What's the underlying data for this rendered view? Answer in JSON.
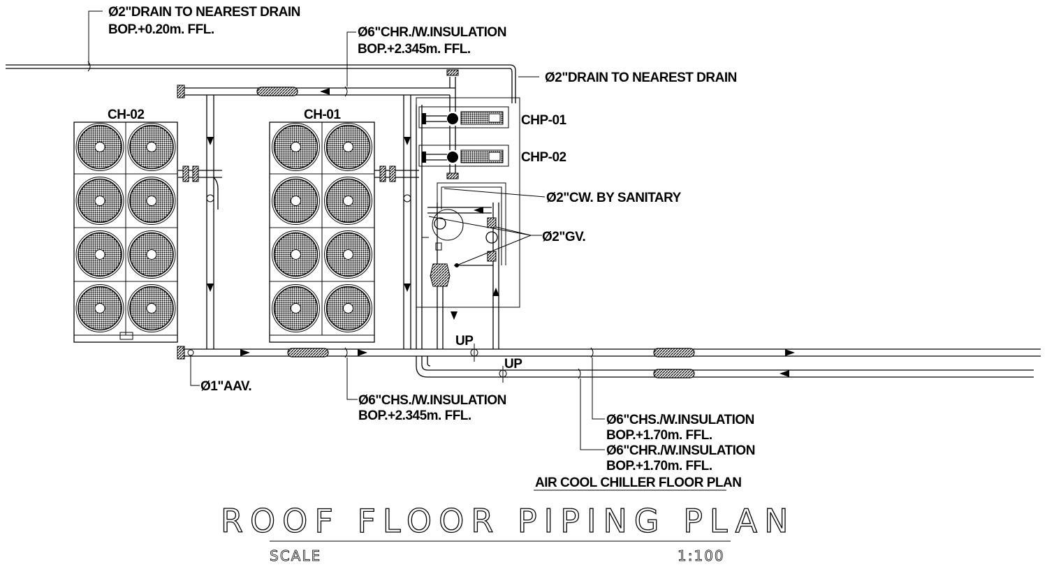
{
  "drawing": {
    "title": "ROOF FLOOR PIPING PLAN",
    "subtitle": "AIR COOL CHILLER FLOOR PLAN",
    "scale_label": "SCALE",
    "scale_value": "1:100"
  },
  "equipment": {
    "chiller_2": "CH-02",
    "chiller_1": "CH-01",
    "pump_1": "CHP-01",
    "pump_2": "CHP-02"
  },
  "callouts": {
    "drain_top_line1": "Ø2\"DRAIN TO NEAREST DRAIN",
    "drain_top_line2": "BOP.+0.20m. FFL.",
    "chr_top_line1": "Ø6\"CHR./W.INSULATION",
    "chr_top_line2": "BOP.+2.345m. FFL.",
    "drain_right": "Ø2\"DRAIN TO NEAREST DRAIN",
    "cw_sanitary": "Ø2\"CW. BY SANITARY",
    "gate_valve": "Ø2\"GV.",
    "aav": "Ø1\"AAV.",
    "chs_bottom_line1": "Ø6\"CHS./W.INSULATION",
    "chs_bottom_line2": "BOP.+2.345m. FFL.",
    "chs_right_line1": "Ø6\"CHS./W.INSULATION",
    "chs_right_line2": "BOP.+1.70m. FFL.",
    "chr_right_line1": "Ø6\"CHR./W.INSULATION",
    "chr_right_line2": "BOP.+1.70m. FFL.",
    "up_1": "UP",
    "up_2": "UP"
  },
  "chiller_fans": {
    "columns": 2,
    "rows": 4
  },
  "colors": {
    "ink": "#000000",
    "paper": "#ffffff"
  }
}
